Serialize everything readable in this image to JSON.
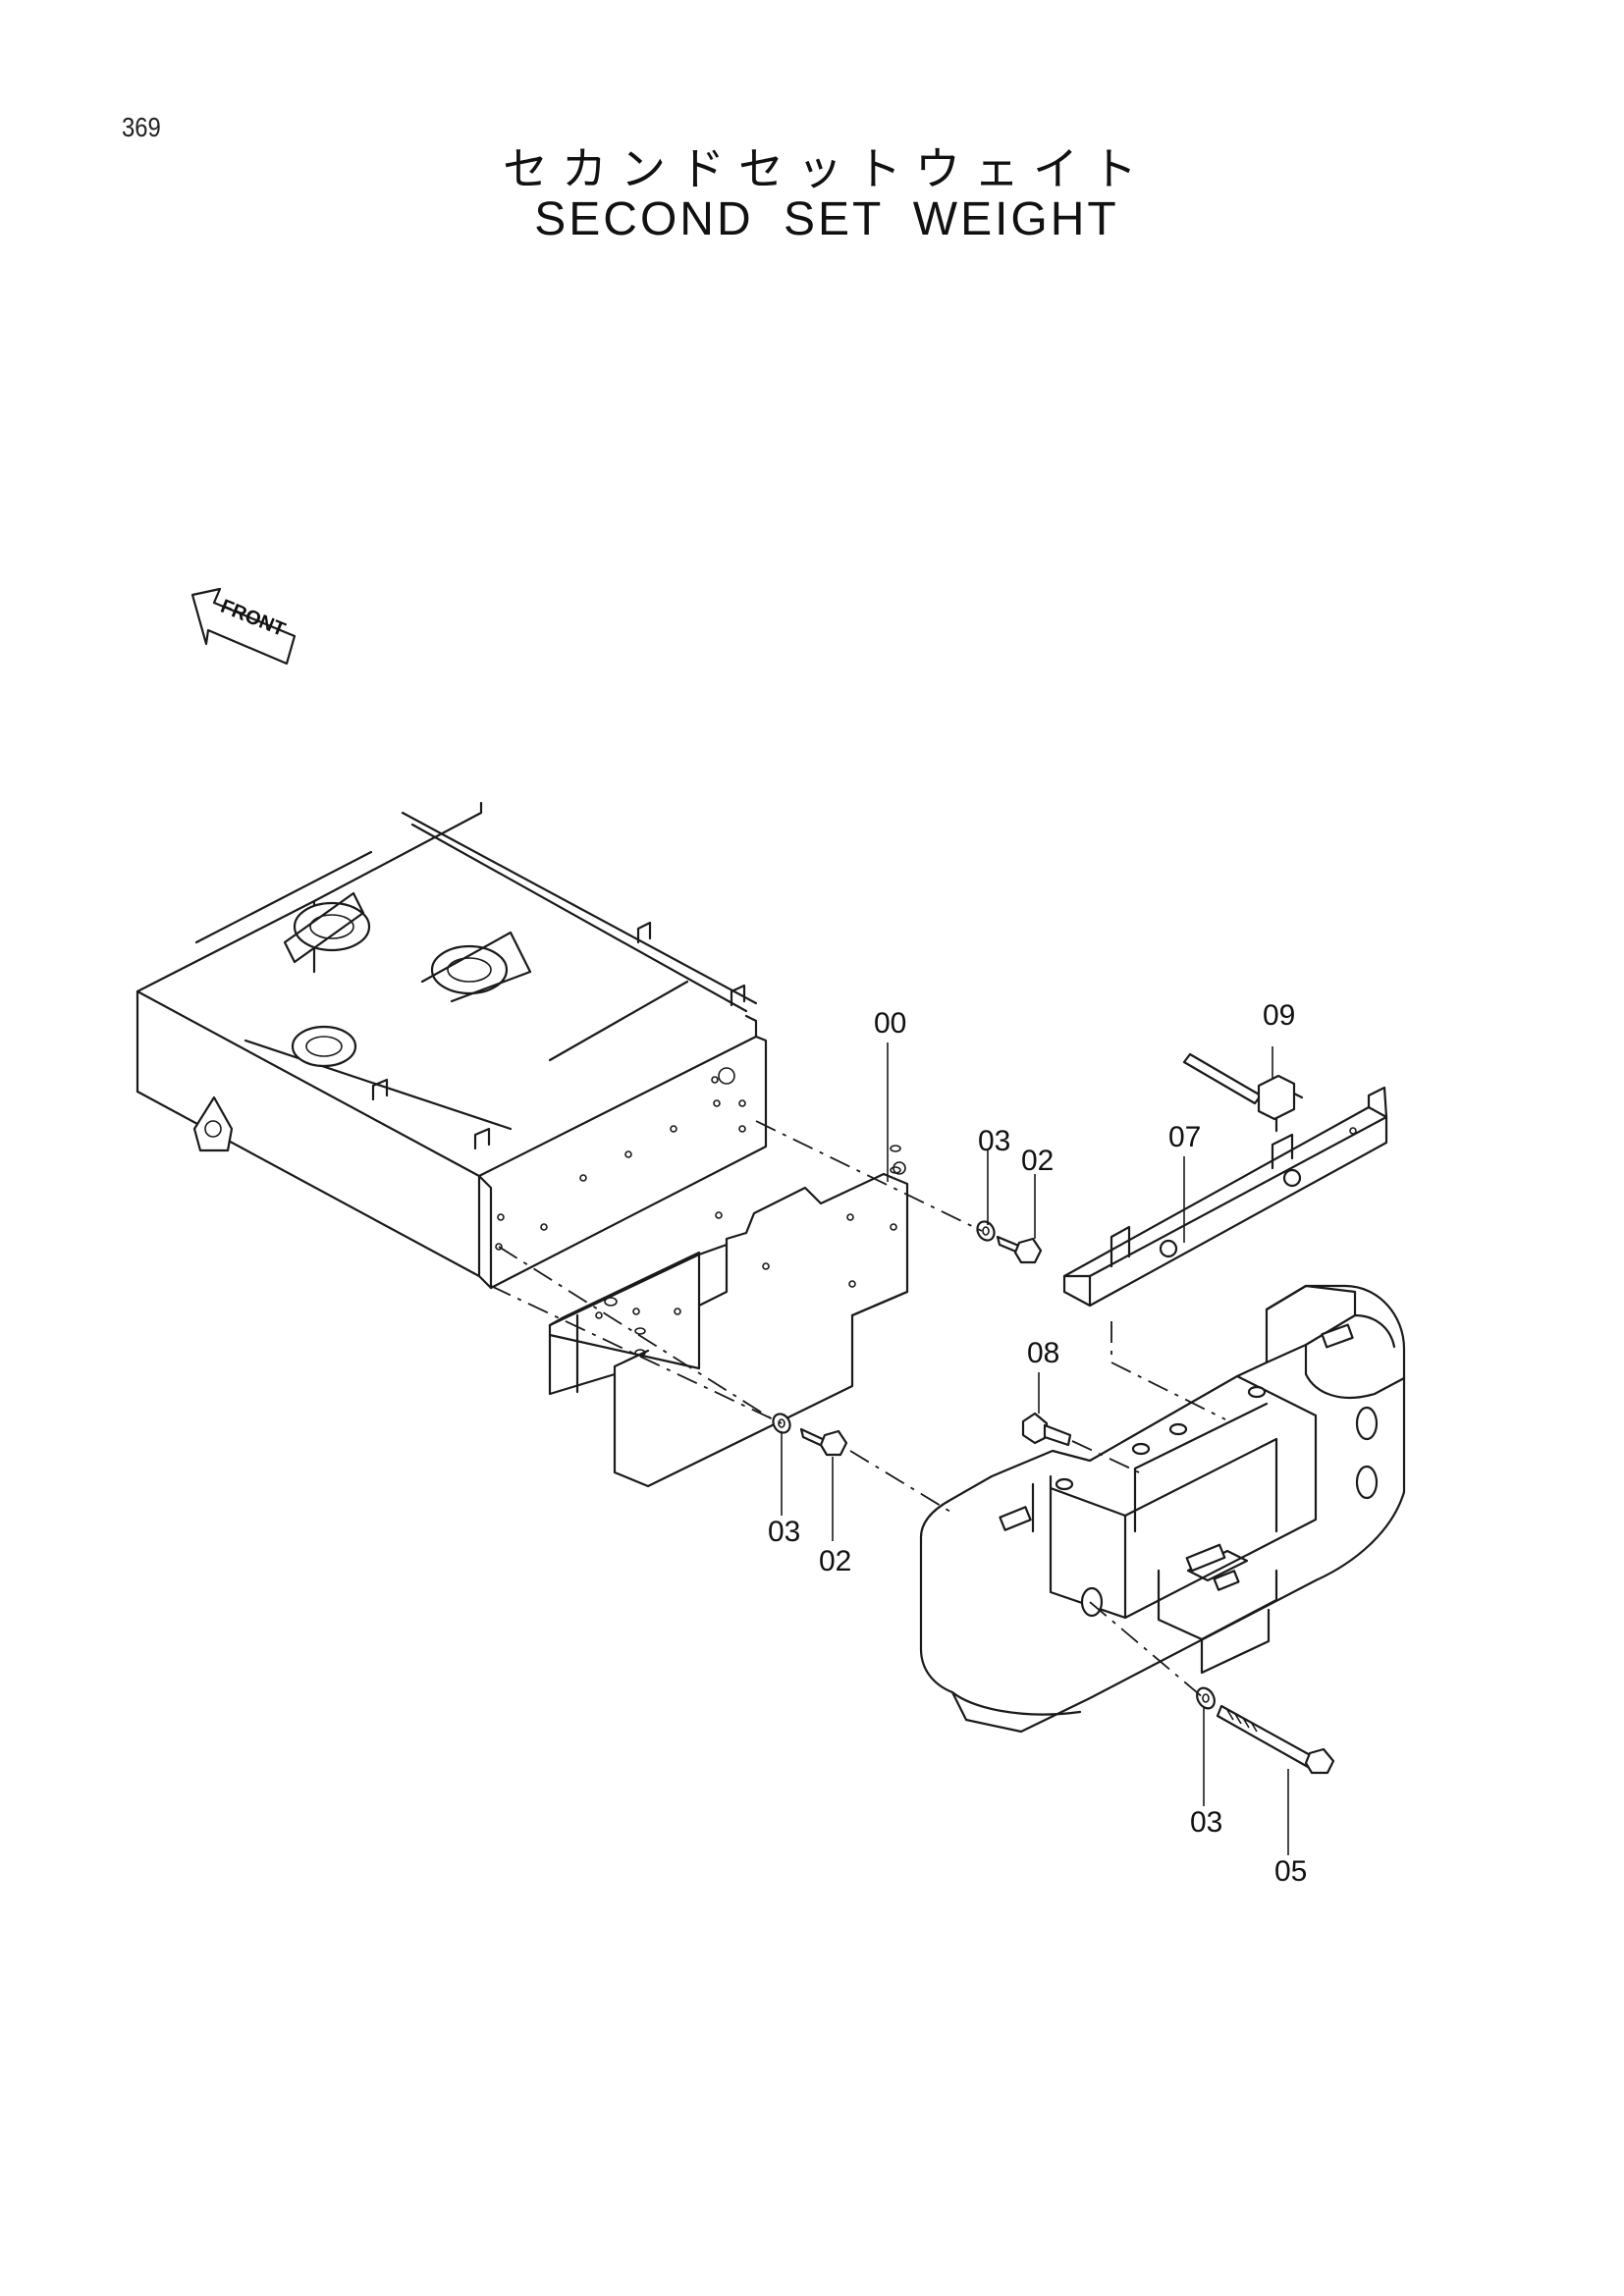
{
  "page_number": "369",
  "title_jp": "セカンドセットウェイト",
  "title_en": "SECOND SET WEIGHT",
  "front_marker": "FRONT",
  "callouts": {
    "c00": "00",
    "c09": "09",
    "c07": "07",
    "c03a": "03",
    "c02a": "02",
    "c08": "08",
    "c03b": "03",
    "c02b": "02",
    "c03c": "03",
    "c05": "05"
  }
}
